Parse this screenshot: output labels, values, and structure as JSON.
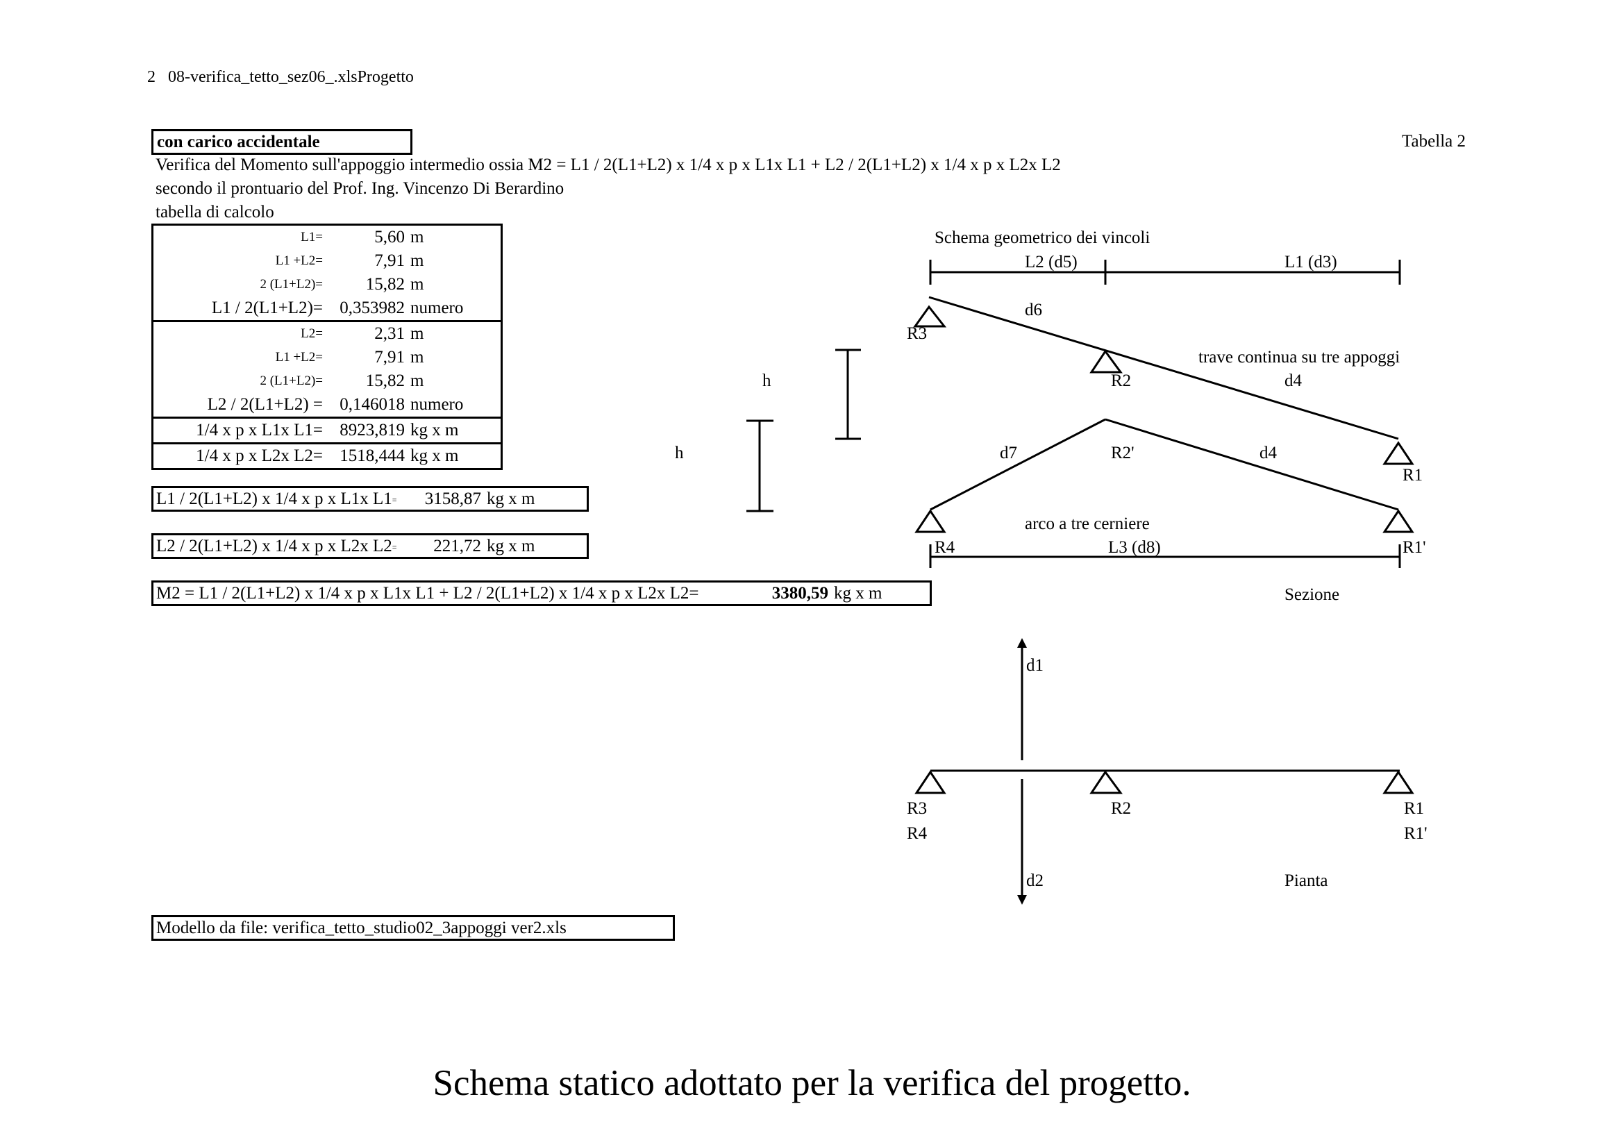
{
  "header": {
    "page_number": "2",
    "filename": "08-verifica_tetto_sez06_.xlsProgetto"
  },
  "table_tag": "Tabella 2",
  "section_title": "con carico accidentale",
  "intro": {
    "line1": "Verifica del Momento sull'appoggio intermedio ossia M2 = L1 / 2(L1+L2) x 1/4 x p x L1x L1 + L2 / 2(L1+L2) x 1/4 x p x L2x L2",
    "line2": "secondo il prontuario del Prof. Ing. Vincenzo Di Berardino",
    "line3": "tabella di calcolo"
  },
  "calc_table": {
    "group1": [
      {
        "label": "L1=",
        "value": "5,60",
        "unit": "m"
      },
      {
        "label": "L1 +L2=",
        "value": "7,91",
        "unit": "m"
      },
      {
        "label": "2 (L1+L2)=",
        "value": "15,82",
        "unit": "m"
      },
      {
        "label": "L1 / 2(L1+L2)=",
        "value": "0,353982",
        "unit": "numero"
      }
    ],
    "group2": [
      {
        "label": "L2=",
        "value": "2,31",
        "unit": "m"
      },
      {
        "label": "L1 +L2=",
        "value": "7,91",
        "unit": "m"
      },
      {
        "label": "2 (L1+L2)=",
        "value": "15,82",
        "unit": "m"
      },
      {
        "label": "L2 / 2(L1+L2) =",
        "value": "0,146018",
        "unit": "numero"
      }
    ],
    "row_m1": {
      "label": "1/4 x p x L1x L1=",
      "value": "8923,819",
      "unit": "kg x m"
    },
    "row_m2": {
      "label": "1/4 x p x L2x L2=",
      "value": "1518,444",
      "unit": "kg x m"
    }
  },
  "formula1": {
    "label": "L1 / 2(L1+L2) x 1/4 x p x L1x L1",
    "eq": "=",
    "value": "3158,87",
    "unit": "kg x m"
  },
  "formula2": {
    "label": "L2 / 2(L1+L2) x 1/4 x p x L2x L2",
    "eq": "=",
    "value": "221,72",
    "unit": "kg x m"
  },
  "result": {
    "label": "M2 = L1 / 2(L1+L2) x 1/4 x p x L1x L1 + L2 / 2(L1+L2) x 1/4 x p x L2x L2=",
    "value": "3380,59",
    "unit": "kg x m"
  },
  "model_source": "Modello da file: verifica_tetto_studio02_3appoggi ver2.xls",
  "diagram": {
    "title": "Schema geometrico dei vincoli",
    "dim_L2": "L2 (d5)",
    "dim_L1": "L1 (d3)",
    "d6": "d6",
    "R3": "R3",
    "R2": "R2",
    "R1": "R1",
    "beam_note": "trave continua su tre appoggi",
    "d4": "d4",
    "h": "h",
    "d7": "d7",
    "R2p": "R2'",
    "arch_note": "arco a tre cerniere",
    "R4": "R4",
    "L3": "L3 (d8)",
    "R1p": "R1'",
    "sezione": "Sezione",
    "d1": "d1",
    "d2": "d2",
    "pianta": "Pianta"
  },
  "caption": "Schema statico adottato per la verifica del progetto."
}
